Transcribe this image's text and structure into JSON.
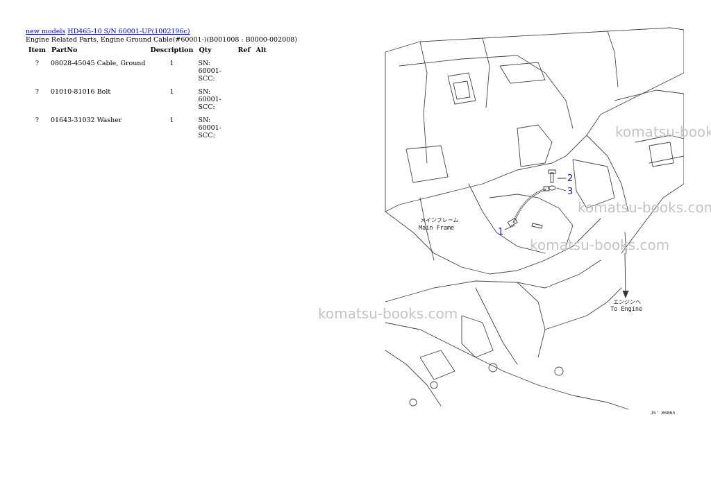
{
  "breadcrumb": {
    "link1": "new models",
    "link2": "HD465-10 S/N 60001-UP(1002196c)"
  },
  "page_title": "Engine Related Parts, Engine Ground Cable(#60001-)(B001008 : B0000-002008)",
  "table": {
    "headers": [
      "Item",
      "PartNo",
      "Description",
      "Qty",
      "Ref",
      "Alt"
    ],
    "rows": [
      {
        "item": "?",
        "part_no": "08028-45045",
        "description": "Cable, Ground",
        "qty": "1",
        "ref1": "SN: 60001-",
        "ref2": "SCC:",
        "alt": ""
      },
      {
        "item": "?",
        "part_no": "01010-81016",
        "description": "Bolt",
        "qty": "1",
        "ref1": "SN: 60001-",
        "ref2": "SCC:",
        "alt": ""
      },
      {
        "item": "?",
        "part_no": "01643-31032",
        "description": "Washer",
        "qty": "1",
        "ref1": "SN: 60001-",
        "ref2": "SCC:",
        "alt": ""
      }
    ]
  },
  "diagram": {
    "callouts": [
      "1",
      "2",
      "3"
    ],
    "label_main_frame_jp": "メインフレーム",
    "label_main_frame_en": "Main Frame",
    "label_engine_jp": "エンジンへ",
    "label_engine_en": "To Engine",
    "figure_code": "JS' 06863",
    "callout_color": "#1a1aaa"
  },
  "watermarks": [
    "komatsu-books.com",
    "komatsu-books.com",
    "komatsu-books.com",
    "komatsu-books.com"
  ]
}
